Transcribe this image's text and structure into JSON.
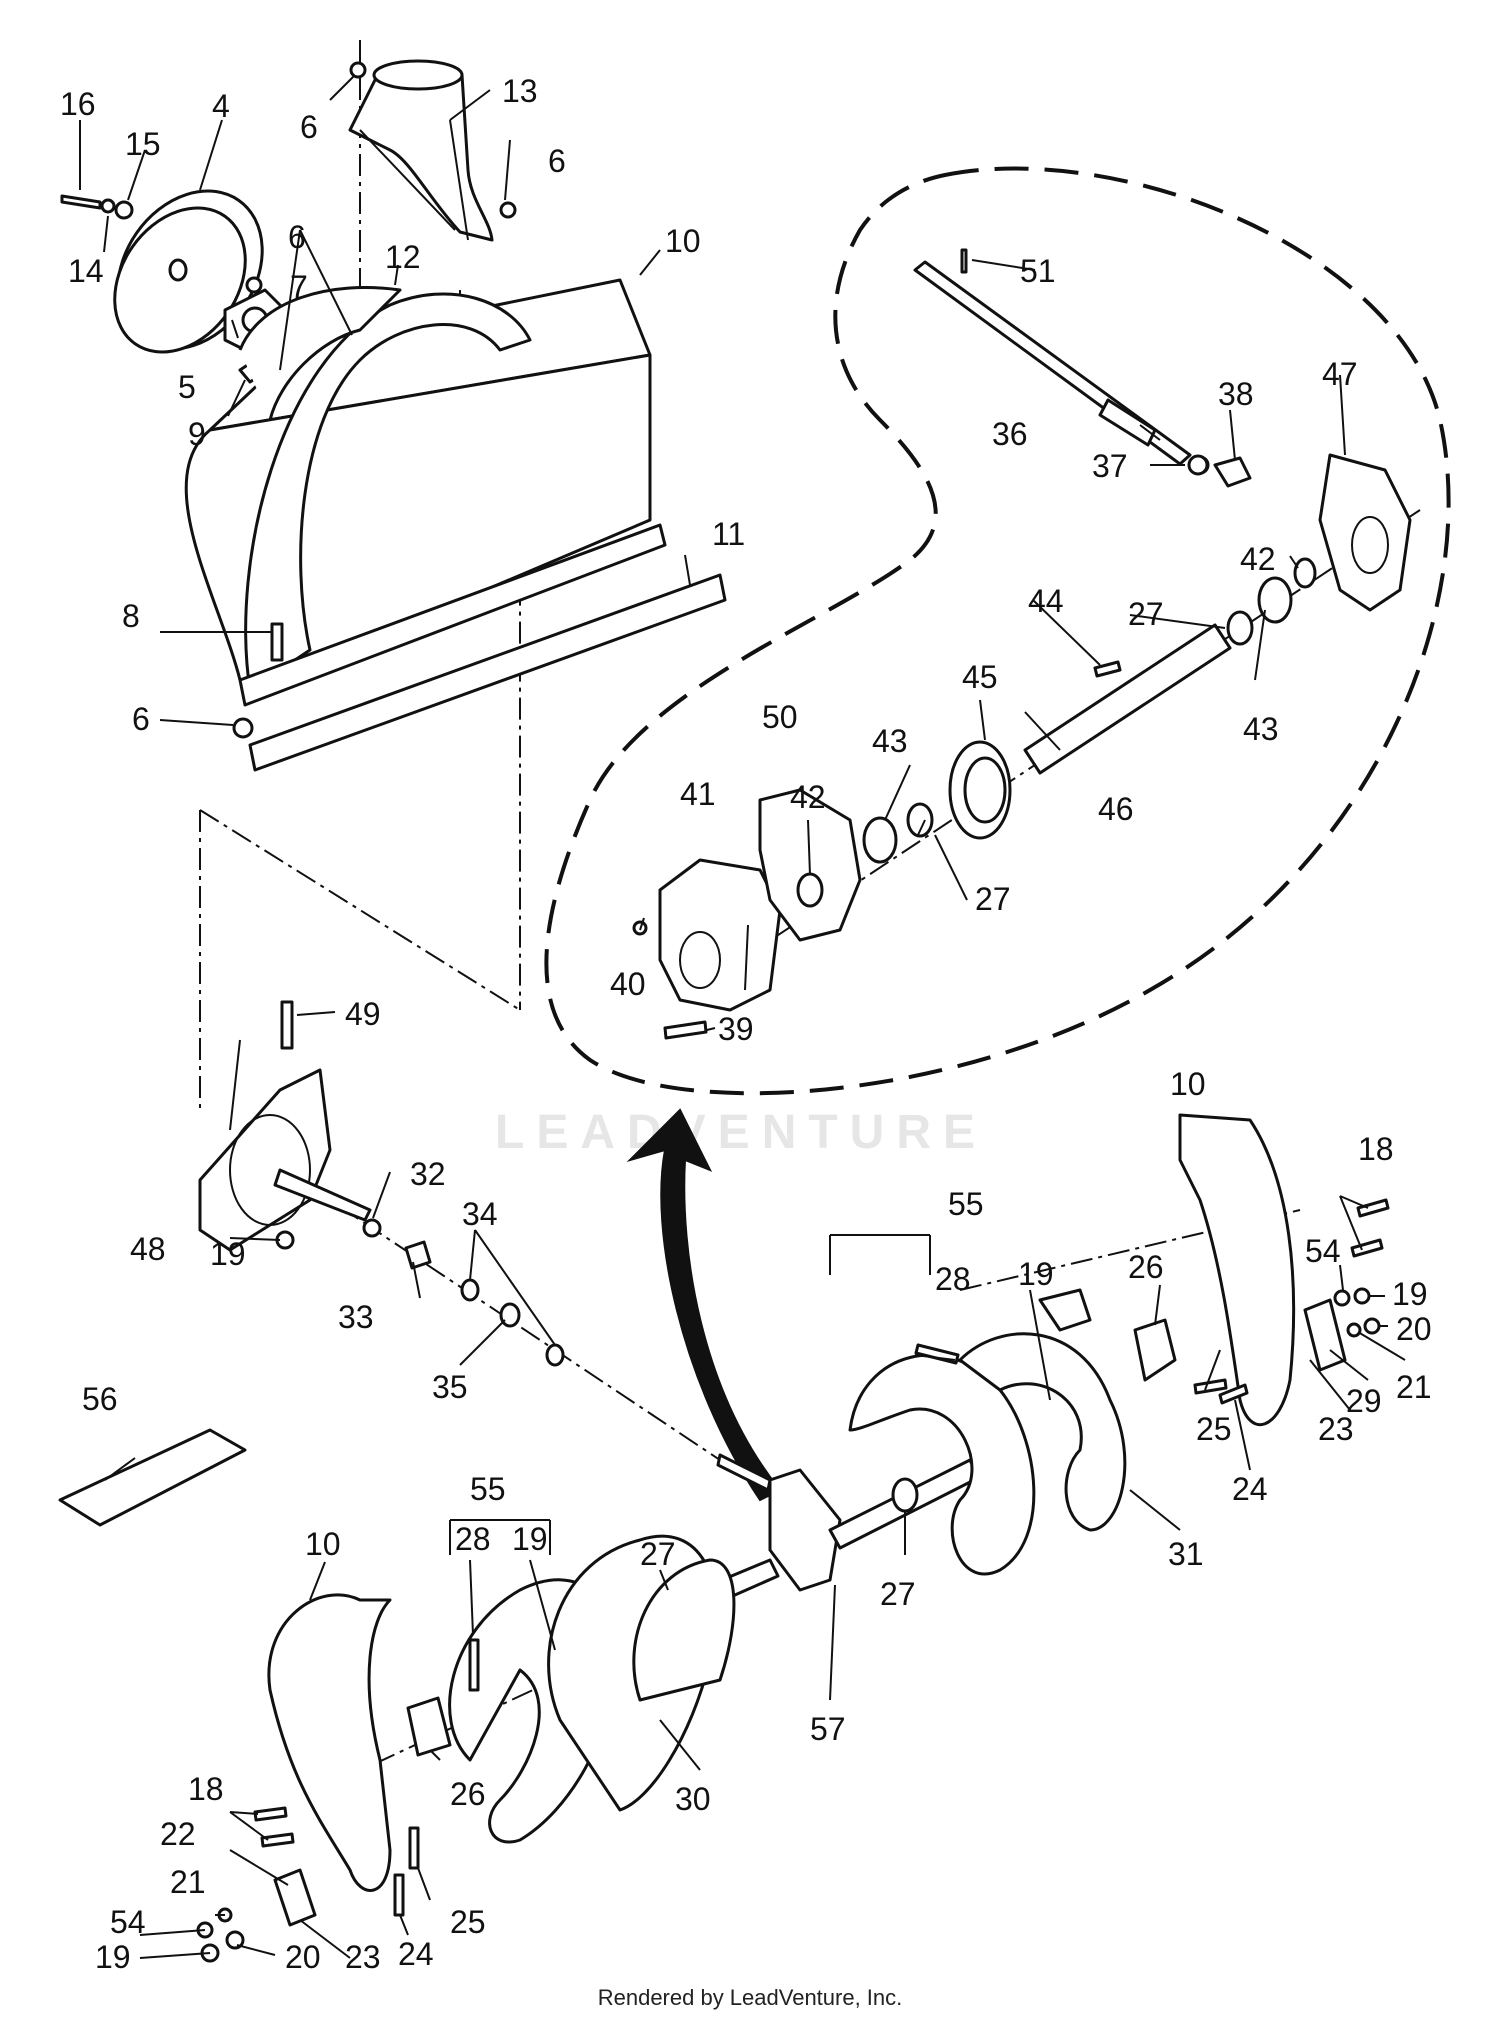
{
  "footer": "Rendered by LeadVenture, Inc.",
  "watermark": "LEADVENTURE",
  "callouts": [
    "16",
    "15",
    "4",
    "14",
    "6",
    "13",
    "6",
    "5",
    "9",
    "7",
    "12",
    "10",
    "6",
    "11",
    "8",
    "6",
    "51",
    "36",
    "38",
    "37",
    "47",
    "42",
    "27",
    "44",
    "45",
    "43",
    "46",
    "50",
    "43",
    "42",
    "41",
    "27",
    "40",
    "39",
    "49",
    "48",
    "19",
    "32",
    "33",
    "34",
    "35",
    "10",
    "18",
    "54",
    "19",
    "20",
    "21",
    "29",
    "23",
    "25",
    "24",
    "26",
    "31",
    "55",
    "28",
    "19",
    "56",
    "55",
    "28",
    "19",
    "10",
    "27",
    "27",
    "57",
    "30",
    "18",
    "22",
    "26",
    "21",
    "54",
    "19",
    "20",
    "23",
    "24",
    "25"
  ]
}
